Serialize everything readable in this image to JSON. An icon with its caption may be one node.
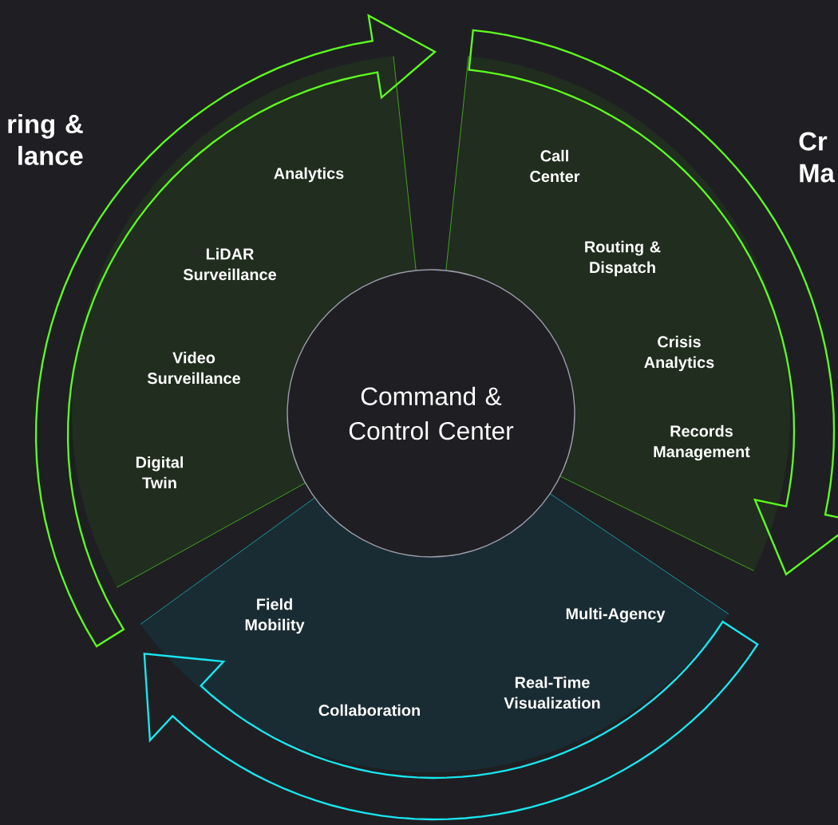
{
  "diagram": {
    "nodes": [
      {
        "text": [
          "Command & Control Center"
        ]
      },
      {
        "text": [
          "Analytics",
          "LiDAR Surveillance",
          "Video Surveillance",
          "Digital Twin"
        ],
        "beside": [
          "ring & lance"
        ]
      },
      {
        "text": [
          "Call Center",
          "Routing & Dispatch",
          "Crisis Analytics",
          "Records Management"
        ],
        "beside": [
          "Cr Ma"
        ]
      },
      {
        "text": [
          "Field Mobility",
          "Multi-Agency",
          "Real-Time Visualization",
          "Collaboration"
        ]
      }
    ]
  }
}
